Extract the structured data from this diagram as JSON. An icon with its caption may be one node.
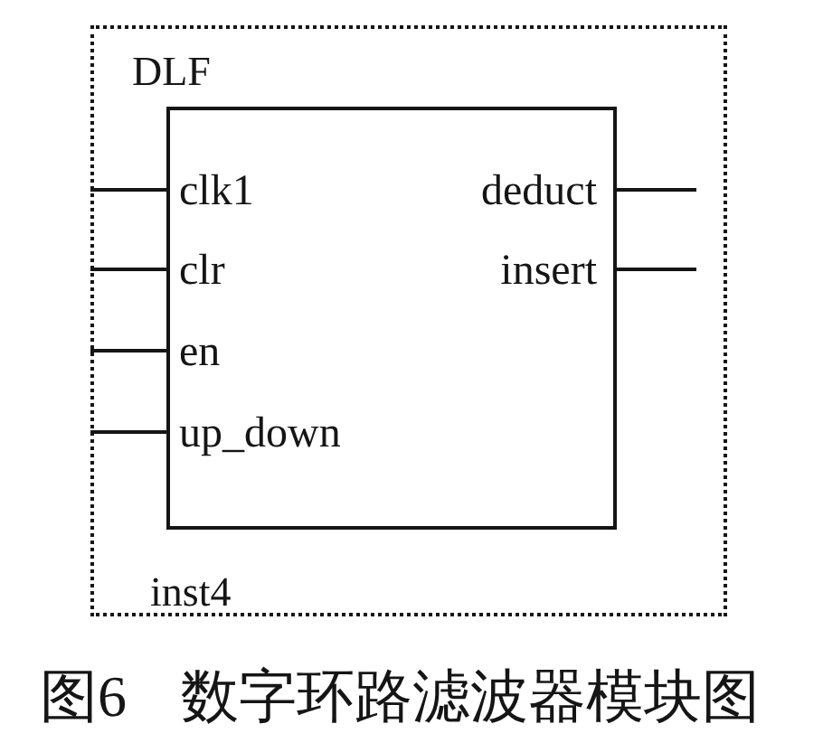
{
  "diagram": {
    "caption": "图6 数字环路滤波器模块图",
    "nodes": [
      {
        "text": [
          "DLF",
          "inst4"
        ]
      },
      {
        "text": [
          "clk1",
          "clr",
          "en",
          "up_down",
          "deduct",
          "insert"
        ],
        "in": 0
      }
    ],
    "edges": [
      {
        "from": null,
        "to": 1,
        "arrow": "none"
      },
      {
        "from": null,
        "to": 1,
        "arrow": "none"
      },
      {
        "from": null,
        "to": 1,
        "arrow": "none"
      },
      {
        "from": null,
        "to": 1,
        "arrow": "none"
      },
      {
        "from": 1,
        "to": null,
        "arrow": "none"
      },
      {
        "from": 1,
        "to": null,
        "arrow": "none"
      }
    ]
  }
}
